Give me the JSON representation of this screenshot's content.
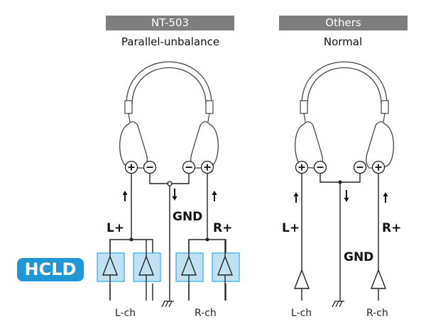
{
  "left_panel": {
    "model": "NT-503",
    "mode": "Parallel-unbalance",
    "labels": {
      "l_plus": "L+",
      "r_plus": "R+",
      "gnd": "GND",
      "l_ch": "L-ch",
      "r_ch": "R-ch"
    },
    "amp_badge": "HCLD"
  },
  "right_panel": {
    "model": "Others",
    "mode": "Normal",
    "labels": {
      "l_plus": "L+",
      "r_plus": "R+",
      "gnd": "GND",
      "l_ch": "L-ch",
      "r_ch": "R-ch"
    }
  },
  "colors": {
    "header_bg": "#7e7e7e",
    "hcld_blue": "#1f97d4",
    "amp_box_fill": "#bfe1f2",
    "amp_box_stroke": "#4cb3e3",
    "line": "#222222"
  },
  "icons": [
    "headphones-icon",
    "plus-terminal-icon",
    "minus-terminal-icon",
    "arrow-up-icon",
    "arrow-down-icon",
    "amplifier-triangle-icon",
    "ground-icon"
  ]
}
